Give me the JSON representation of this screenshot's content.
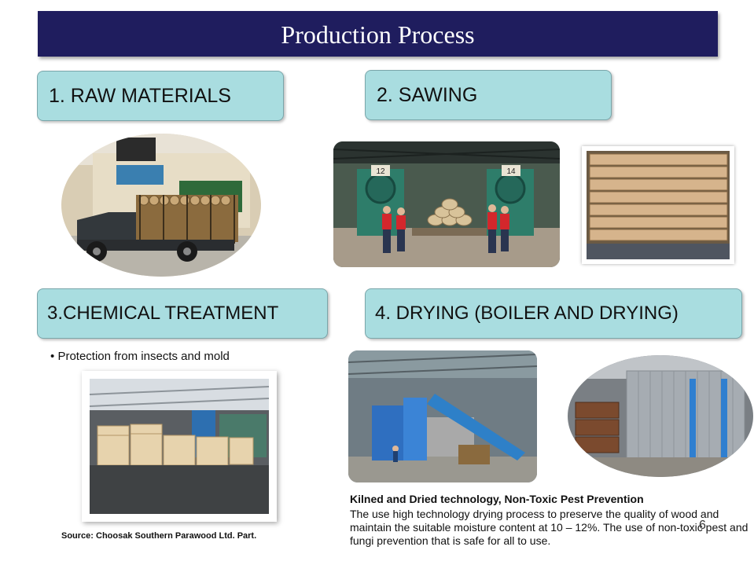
{
  "title": "Production Process",
  "sections": [
    {
      "label": "1. RAW MATERIALS"
    },
    {
      "label": "2. SAWING"
    },
    {
      "label": "3.CHEMICAL TREATMENT"
    },
    {
      "label": "4.   DRYING  (BOILER AND DRYING)"
    }
  ],
  "chemical_bullet": "Protection from insects and mold",
  "source": "Source: Choosak Southern Parawood Ltd. Part.",
  "drying_description": {
    "heading": "Kilned and Dried technology, Non-Toxic Pest Prevention",
    "body": "The use high technology drying process to preserve the quality of wood and maintain the suitable moisture content at 10 – 12%.  The use of non-toxic pest and fungi prevention that is safe for all to use."
  },
  "page_number": "6",
  "sawmill_machine_labels": [
    "12",
    "14"
  ]
}
